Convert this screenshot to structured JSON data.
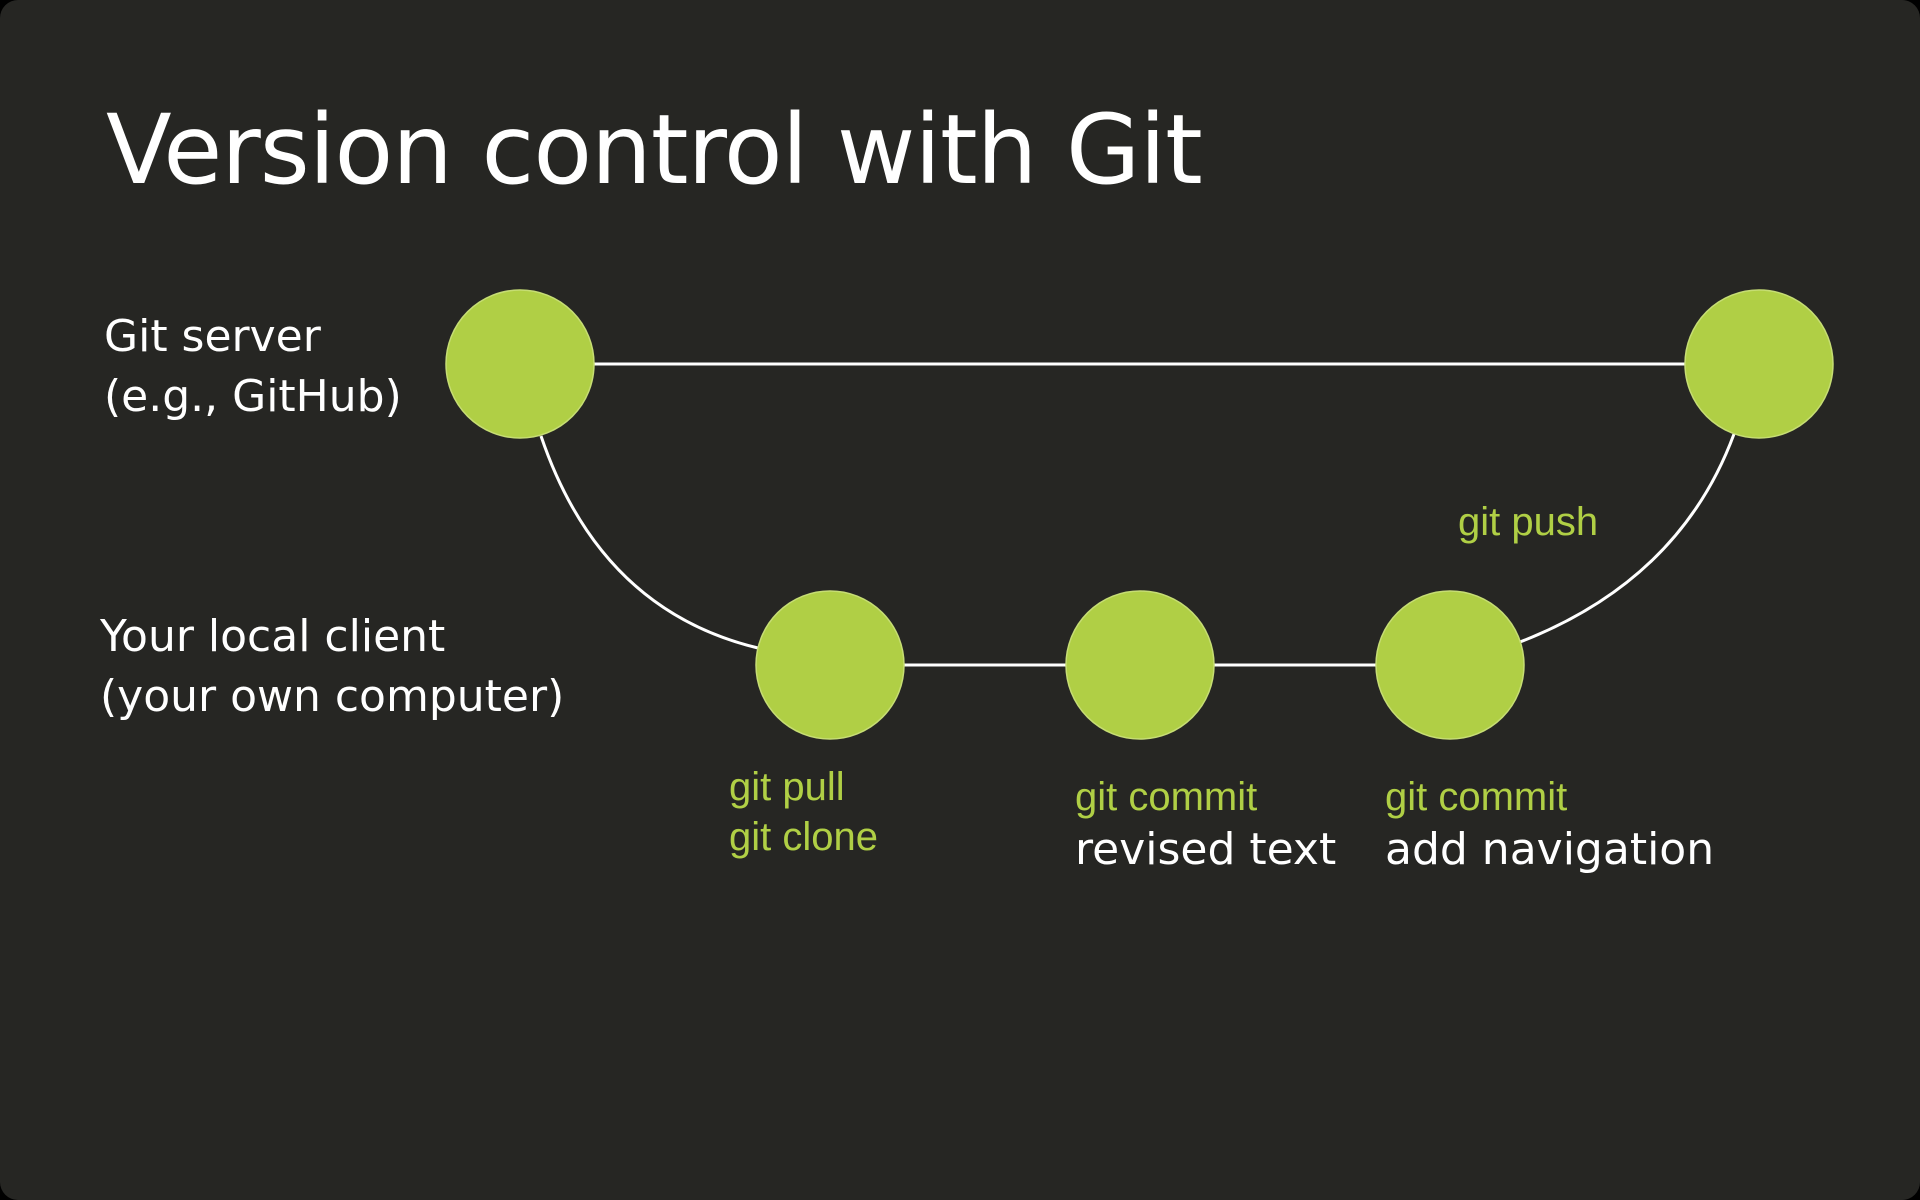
{
  "slide": {
    "title": "Version control with Git",
    "background_color": "#262623",
    "accent_color": "#b0cf45",
    "line_color": "#ffffff"
  },
  "rows": {
    "server": {
      "line1": "Git server",
      "line2": "(e.g., GitHub)"
    },
    "client": {
      "line1": "Your local client",
      "line2": "(your own computer)"
    }
  },
  "commands": {
    "pull": "git pull",
    "clone": "git clone",
    "push": "git push",
    "commit1": "git commit",
    "commit2": "git commit"
  },
  "commit_messages": {
    "commit1": "revised text",
    "commit2": "add navigation"
  }
}
